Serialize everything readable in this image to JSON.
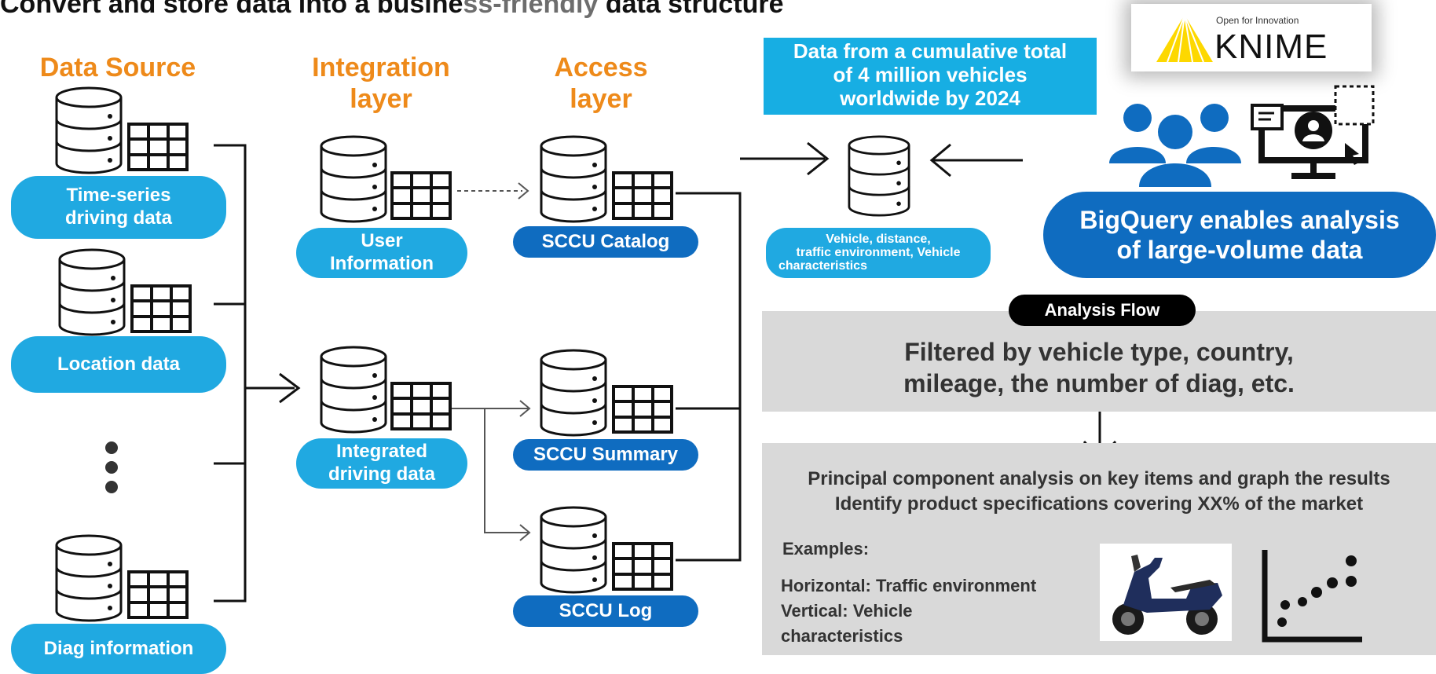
{
  "title": {
    "part1": "Convert and store data into a busine",
    "part2": "ss-friendly",
    "part3": " data structure"
  },
  "headers": {
    "data_source": "Data Source",
    "integration_line1": "Integration",
    "integration_line2": "layer",
    "access_line1": "Access",
    "access_line2": "layer"
  },
  "sources": {
    "time_series_line1": "Time-series",
    "time_series_line2": "driving data",
    "location": "Location data",
    "diag": "Diag information"
  },
  "integration": {
    "user_line1": "User",
    "user_line2": "Information",
    "integrated_line1": "Integrated",
    "integrated_line2": "driving data"
  },
  "access": {
    "catalog": "SCCU Catalog",
    "summary": "SCCU Summary",
    "log": "SCCU Log"
  },
  "banner": {
    "line1": "Data from a cumulative total",
    "line2": "of 4 million vehicles",
    "line3": "worldwide by 2024"
  },
  "target": {
    "line1": "Vehicle, distance,",
    "line2": "traffic environment, Vehicle",
    "line3": "characteristics"
  },
  "knime": {
    "tagline": "Open for Innovation",
    "name": "KNIME"
  },
  "bigquery": {
    "line1": "BigQuery enables analysis",
    "line2": "of large-volume data"
  },
  "analysis": {
    "tag": "Analysis Flow",
    "filter_line1": "Filtered by vehicle type, country,",
    "filter_line2": "mileage, the number of diag, etc.",
    "pca_line1": "Principal component analysis on key items and graph the results",
    "pca_line2": "Identify product specifications covering XX% of the market",
    "examples": "Examples:",
    "horizontal": "Horizontal: Traffic environment",
    "vertical_line1": "Vertical: Vehicle",
    "vertical_line2": "characteristics"
  },
  "colors": {
    "orange": "#ee8a1a",
    "light_blue": "#20a9e1",
    "dark_blue": "#0f6cc0",
    "grey": "#d9d9d9"
  }
}
